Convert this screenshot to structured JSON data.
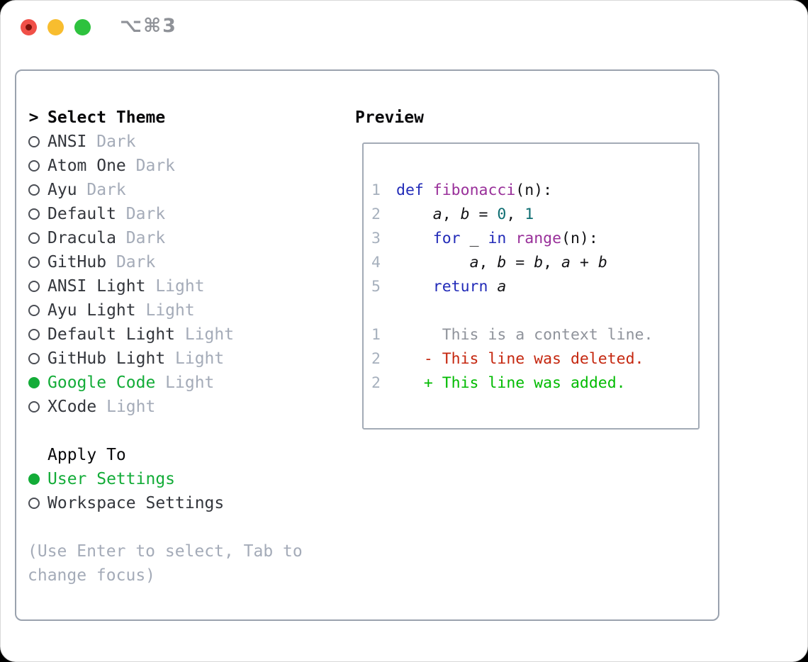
{
  "window": {
    "title_shortcut": "⌥⌘3"
  },
  "colors": {
    "accent_green": "#13ac38",
    "diff_added": "#00bb00",
    "diff_deleted": "#c5270f",
    "diff_context": "#8f939b",
    "syntax_keyword": "#222bb8",
    "syntax_function": "#99309a",
    "syntax_literal": "#0e6e72",
    "line_number": "#a6b0bd",
    "muted_gray": "#a4abb8",
    "panel_border": "#9aa2ae",
    "traffic_red": "#f05048",
    "traffic_yellow": "#f8bd2f",
    "traffic_green": "#2ec23e"
  },
  "theme_panel": {
    "prompt": ">",
    "title": "Select Theme",
    "themes": [
      {
        "name": "ANSI",
        "variant": "Dark",
        "selected": false
      },
      {
        "name": "Atom One",
        "variant": "Dark",
        "selected": false
      },
      {
        "name": "Ayu",
        "variant": "Dark",
        "selected": false
      },
      {
        "name": "Default",
        "variant": "Dark",
        "selected": false
      },
      {
        "name": "Dracula",
        "variant": "Dark",
        "selected": false
      },
      {
        "name": "GitHub",
        "variant": "Dark",
        "selected": false
      },
      {
        "name": "ANSI Light",
        "variant": "Light",
        "selected": false
      },
      {
        "name": "Ayu Light",
        "variant": "Light",
        "selected": false
      },
      {
        "name": "Default Light",
        "variant": "Light",
        "selected": false
      },
      {
        "name": "GitHub Light",
        "variant": "Light",
        "selected": false
      },
      {
        "name": "Google Code",
        "variant": "Light",
        "selected": true
      },
      {
        "name": "XCode",
        "variant": "Light",
        "selected": false
      }
    ],
    "apply_to": {
      "title": "Apply To",
      "options": [
        {
          "label": "User Settings",
          "selected": true
        },
        {
          "label": "Workspace Settings",
          "selected": false
        }
      ]
    },
    "hint": [
      "(Use Enter to select, Tab to",
      "change focus)"
    ]
  },
  "preview": {
    "title": "Preview",
    "code_lines": [
      {
        "num": "1",
        "tokens": [
          {
            "t": "kw",
            "s": "def"
          },
          {
            "t": "pl",
            "s": " "
          },
          {
            "t": "fn",
            "s": "fibonacci"
          },
          {
            "t": "pl",
            "s": "(n):"
          }
        ]
      },
      {
        "num": "2",
        "tokens": [
          {
            "t": "pl",
            "s": "    "
          },
          {
            "t": "var",
            "s": "a"
          },
          {
            "t": "pl",
            "s": ", "
          },
          {
            "t": "var",
            "s": "b"
          },
          {
            "t": "pl",
            "s": " = "
          },
          {
            "t": "lit",
            "s": "0"
          },
          {
            "t": "pl",
            "s": ", "
          },
          {
            "t": "lit",
            "s": "1"
          }
        ]
      },
      {
        "num": "3",
        "tokens": [
          {
            "t": "pl",
            "s": "    "
          },
          {
            "t": "kw",
            "s": "for"
          },
          {
            "t": "pl",
            "s": " _ "
          },
          {
            "t": "kw",
            "s": "in"
          },
          {
            "t": "pl",
            "s": " "
          },
          {
            "t": "fn",
            "s": "range"
          },
          {
            "t": "pl",
            "s": "(n):"
          }
        ]
      },
      {
        "num": "4",
        "tokens": [
          {
            "t": "pl",
            "s": "        "
          },
          {
            "t": "var",
            "s": "a"
          },
          {
            "t": "pl",
            "s": ", "
          },
          {
            "t": "var",
            "s": "b"
          },
          {
            "t": "pl",
            "s": " = "
          },
          {
            "t": "var",
            "s": "b"
          },
          {
            "t": "pl",
            "s": ", "
          },
          {
            "t": "var",
            "s": "a"
          },
          {
            "t": "pl",
            "s": " + "
          },
          {
            "t": "var",
            "s": "b"
          }
        ]
      },
      {
        "num": "5",
        "tokens": [
          {
            "t": "pl",
            "s": "    "
          },
          {
            "t": "kw",
            "s": "return"
          },
          {
            "t": "pl",
            "s": " "
          },
          {
            "t": "var",
            "s": "a"
          }
        ]
      }
    ],
    "diff_lines": [
      {
        "num": "1",
        "type": "context",
        "text": "     This is a context line."
      },
      {
        "num": "2",
        "type": "deleted",
        "text": "   - This line was deleted."
      },
      {
        "num": "2",
        "type": "added",
        "text": "   + This line was added."
      }
    ]
  }
}
